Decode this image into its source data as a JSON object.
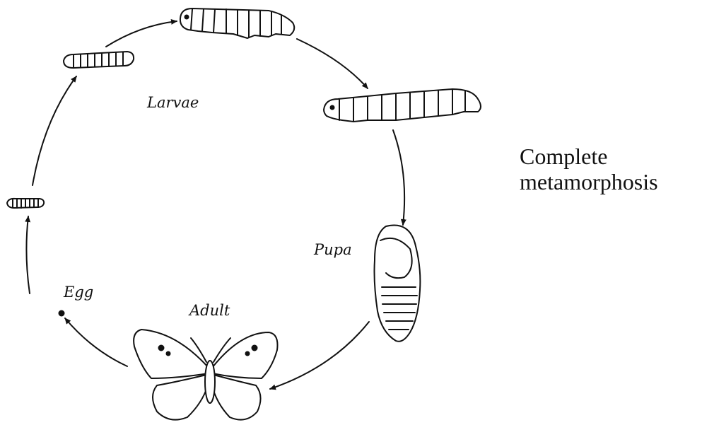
{
  "title": {
    "line1": "Complete",
    "line2": "metamorphosis"
  },
  "stages": {
    "larvae": "Larvae",
    "pupa": "Pupa",
    "adult": "Adult",
    "egg": "Egg"
  },
  "icons": {
    "egg": "egg-dot-icon",
    "larva_small": "small-larva-icon",
    "larva_medium": "medium-larva-icon",
    "larva_large": "large-larva-icon",
    "larva_mature": "mature-larva-icon",
    "pupa": "pupa-icon",
    "adult": "butterfly-icon"
  }
}
